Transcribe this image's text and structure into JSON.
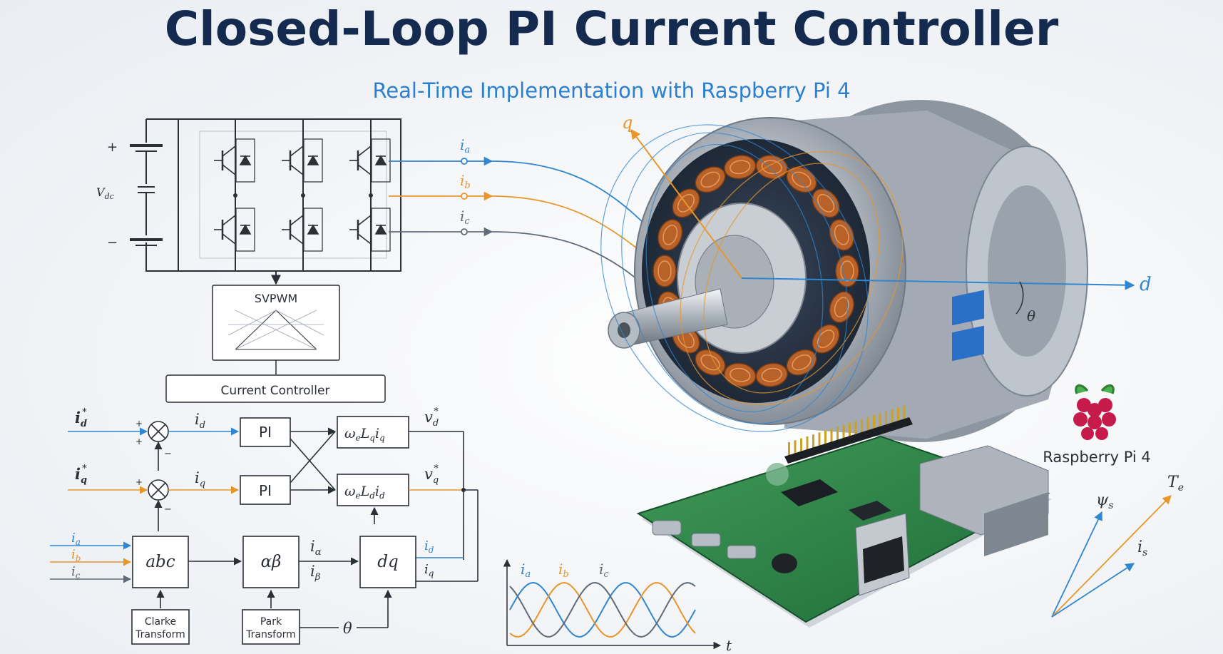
{
  "title": "Closed-Loop PI Current Controller",
  "subtitle": "Real-Time Implementation with Raspberry Pi 4",
  "colors": {
    "phase_a": "#2f86d1",
    "phase_b": "#e8962a",
    "phase_c": "#5f6b78",
    "title": "#142a4f",
    "line": "#2b2f36"
  },
  "inverter": {
    "plus_label": "+",
    "minus_label": "−",
    "vdc_label": "V",
    "vdc_sub": "dc",
    "phase_labels": [
      {
        "main": "i",
        "sub": "a"
      },
      {
        "main": "i",
        "sub": "b"
      },
      {
        "main": "i",
        "sub": "c"
      }
    ]
  },
  "svpwm_label": "SVPWM",
  "current_controller_label": "Current Controller",
  "controller": {
    "id_ref": {
      "main": "i",
      "sub": "d",
      "sup": "*"
    },
    "iq_ref": {
      "main": "i",
      "sub": "q",
      "sup": "*"
    },
    "id_label": {
      "main": "i",
      "sub": "d"
    },
    "iq_label": {
      "main": "i",
      "sub": "q"
    },
    "pi_label": "PI",
    "decoup_top": "ωₑLqiq",
    "decoup_top_parts": {
      "a": "ω",
      "a_sub": "e",
      "b": "L",
      "b_sub": "q",
      "c": "i",
      "c_sub": "q"
    },
    "decoup_bot_parts": {
      "a": "ω",
      "a_sub": "e",
      "b": "L",
      "b_sub": "d",
      "c": "i",
      "c_sub": "d"
    },
    "vd_ref": {
      "main": "v",
      "sub": "d",
      "sup": "*"
    },
    "vq_ref": {
      "main": "v",
      "sub": "q",
      "sup": "*"
    },
    "plus": "+",
    "minus": "−",
    "abc_label": "abc",
    "alphabeta_label": "αβ",
    "dq_label": "dq",
    "i_alpha": {
      "main": "i",
      "sub": "α"
    },
    "i_beta": {
      "main": "i",
      "sub": "β"
    },
    "theta": "θ",
    "clarke_line1": "Clarke",
    "clarke_line2": "Transform",
    "park_line1": "Park",
    "park_line2": "Transform",
    "abc_inputs": [
      {
        "main": "i",
        "sub": "a"
      },
      {
        "main": "i",
        "sub": "b"
      },
      {
        "main": "i",
        "sub": "c"
      }
    ],
    "dq_outputs": [
      {
        "main": "i",
        "sub": "d"
      },
      {
        "main": "i",
        "sub": "q"
      }
    ]
  },
  "motor": {
    "q_axis": "q",
    "d_axis": "d",
    "theta": "θ"
  },
  "raspberry_label": "Raspberry Pi 4",
  "vector": {
    "psi": {
      "main": "ψ",
      "sub": "s"
    },
    "te": {
      "main": "T",
      "sub": "e"
    },
    "is": {
      "main": "i",
      "sub": "s"
    }
  },
  "waveform": {
    "labels": [
      {
        "main": "i",
        "sub": "a"
      },
      {
        "main": "i",
        "sub": "b"
      },
      {
        "main": "i",
        "sub": "c"
      }
    ],
    "t_label": "t"
  }
}
